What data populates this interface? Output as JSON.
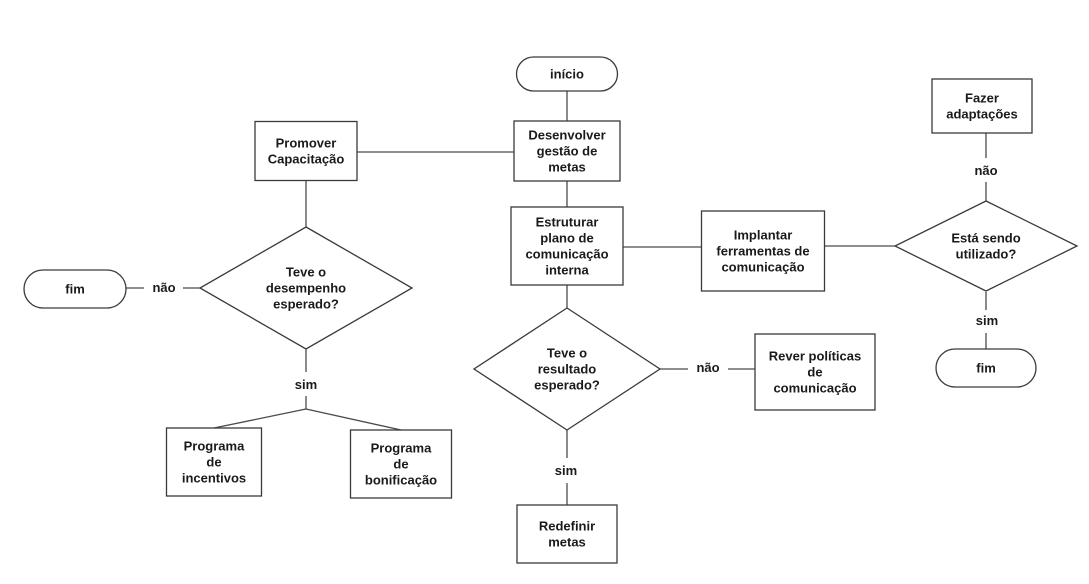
{
  "nodes": {
    "inicio": {
      "shape": "terminal",
      "lines": [
        "início"
      ]
    },
    "desenvolver": {
      "shape": "process",
      "lines": [
        "Desenvolver",
        "gestão de",
        "metas"
      ]
    },
    "promover": {
      "shape": "process",
      "lines": [
        "Promover",
        "Capacitação"
      ]
    },
    "desempenho": {
      "shape": "decision",
      "lines": [
        "Teve o",
        "desempenho",
        "esperado?"
      ]
    },
    "fim_left": {
      "shape": "terminal",
      "lines": [
        "fim"
      ]
    },
    "incentivos": {
      "shape": "process",
      "lines": [
        "Programa",
        "de",
        "incentivos"
      ]
    },
    "bonificacao": {
      "shape": "process",
      "lines": [
        "Programa",
        "de",
        "bonificação"
      ]
    },
    "estruturar": {
      "shape": "process",
      "lines": [
        "Estruturar",
        "plano de",
        "comunicação",
        "interna"
      ]
    },
    "resultado": {
      "shape": "decision",
      "lines": [
        "Teve o",
        "resultado",
        "esperado?"
      ]
    },
    "rever": {
      "shape": "process",
      "lines": [
        "Rever políticas",
        "de",
        "comunicação"
      ]
    },
    "redefinir": {
      "shape": "process",
      "lines": [
        "Redefinir",
        "metas"
      ]
    },
    "implantar": {
      "shape": "process",
      "lines": [
        "Implantar",
        "ferramentas de",
        "comunicação"
      ]
    },
    "utilizado": {
      "shape": "decision",
      "lines": [
        "Está sendo",
        "utilizado?"
      ]
    },
    "adaptacoes": {
      "shape": "process",
      "lines": [
        "Fazer",
        "adaptações"
      ]
    },
    "fim_right": {
      "shape": "terminal",
      "lines": [
        "fim"
      ]
    }
  },
  "edge_labels": {
    "desempenho_nao": "não",
    "desempenho_sim": "sim",
    "resultado_nao": "não",
    "resultado_sim": "sim",
    "utilizado_nao": "não",
    "utilizado_sim": "sim"
  }
}
